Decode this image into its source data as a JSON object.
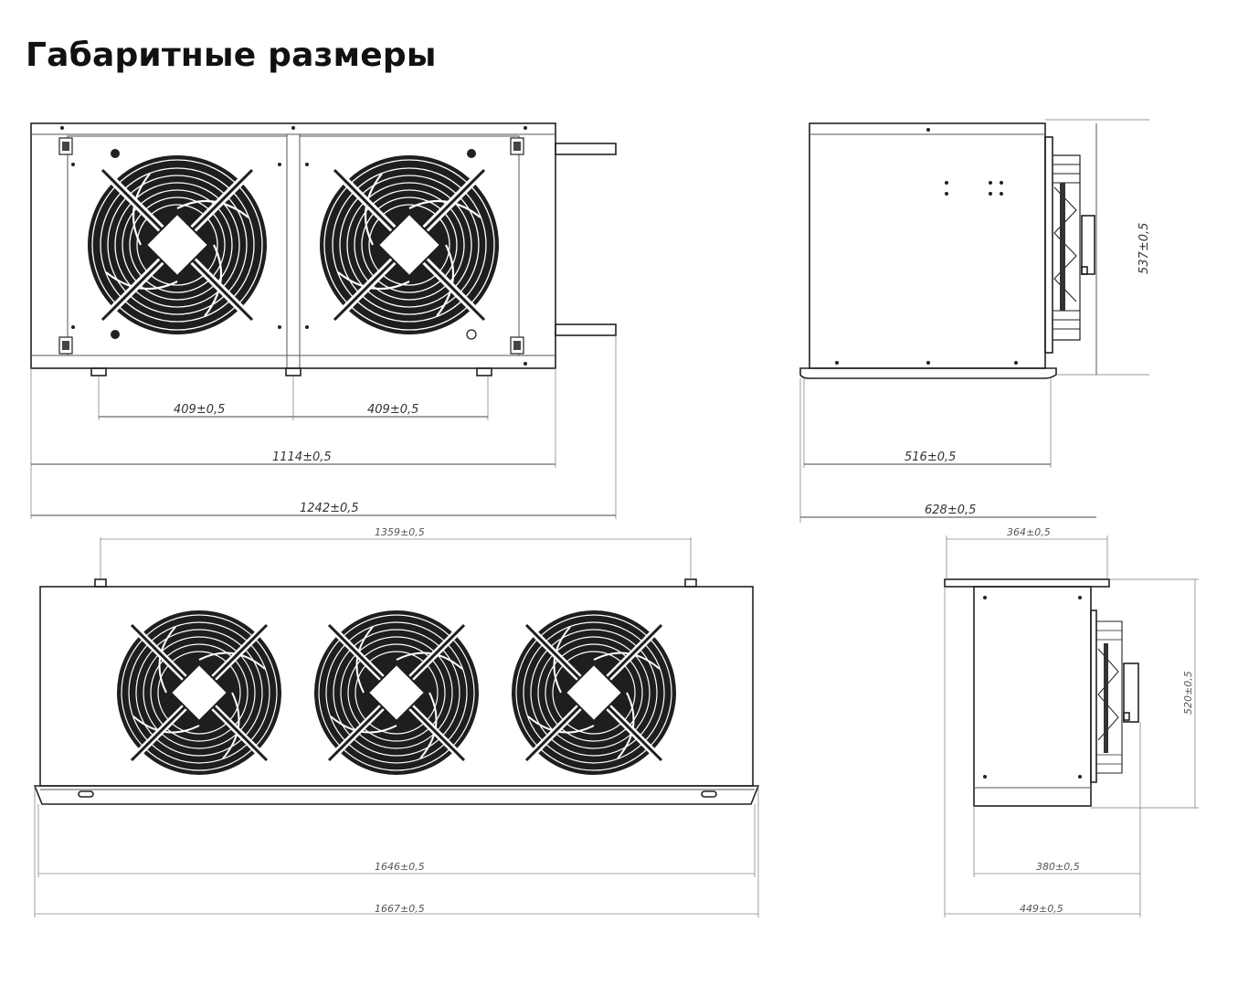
{
  "page": {
    "title": "Габаритные размеры"
  },
  "view_top_front": {
    "dim_fan_spacing_left": "409±0,5",
    "dim_fan_spacing_right": "409±0,5",
    "dim_body_width": "1114±0,5",
    "dim_total_width": "1242±0,5"
  },
  "view_top_side": {
    "dim_height": "537±0,5",
    "dim_base_width": "516±0,5",
    "dim_total_depth": "628±0,5"
  },
  "view_bottom_front": {
    "dim_mount_spacing": "1359±0,5",
    "dim_base_width": "1646±0,5",
    "dim_total_width": "1667±0,5"
  },
  "view_bottom_side": {
    "dim_top_width": "364±0,5",
    "dim_height": "520±0,5",
    "dim_base_width": "380±0,5",
    "dim_total_depth": "449±0,5"
  },
  "colors": {
    "line": "#222222",
    "dimension": "#444444",
    "background": "#ffffff"
  }
}
